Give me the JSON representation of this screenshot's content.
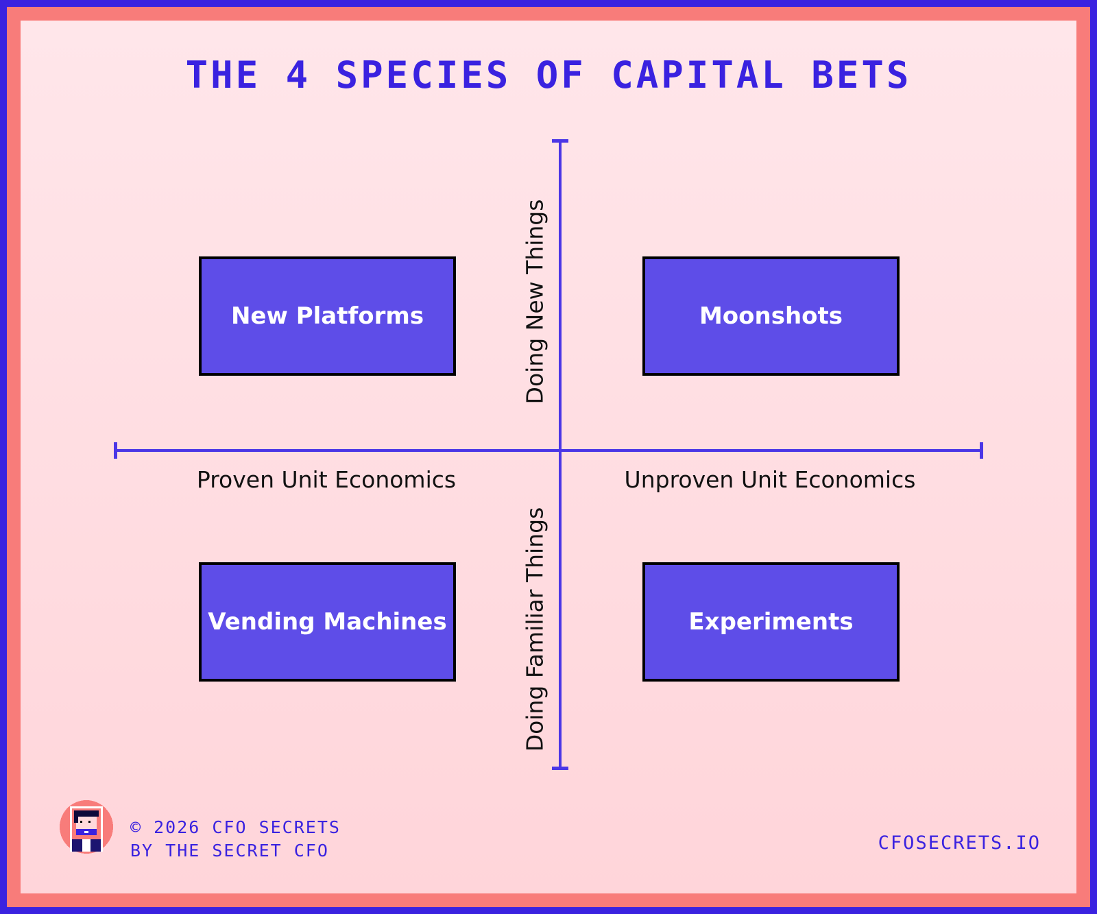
{
  "title": "THE 4 SPECIES OF CAPITAL BETS",
  "axes": {
    "x_left": "Proven Unit Economics",
    "x_right": "Unproven Unit Economics",
    "y_top": "Doing New Things",
    "y_bottom": "Doing Familiar Things"
  },
  "quadrants": {
    "top_left": "New Platforms",
    "top_right": "Moonshots",
    "bottom_left": "Vending Machines",
    "bottom_right": "Experiments"
  },
  "footer": {
    "copyright": "© 2026 CFO SECRETS",
    "byline": "BY THE SECRET CFO",
    "website": "CFOSECRETS.IO"
  },
  "colors": {
    "accent": "#3a22e0",
    "box": "#5e4de8",
    "border": "#f87c7a"
  }
}
